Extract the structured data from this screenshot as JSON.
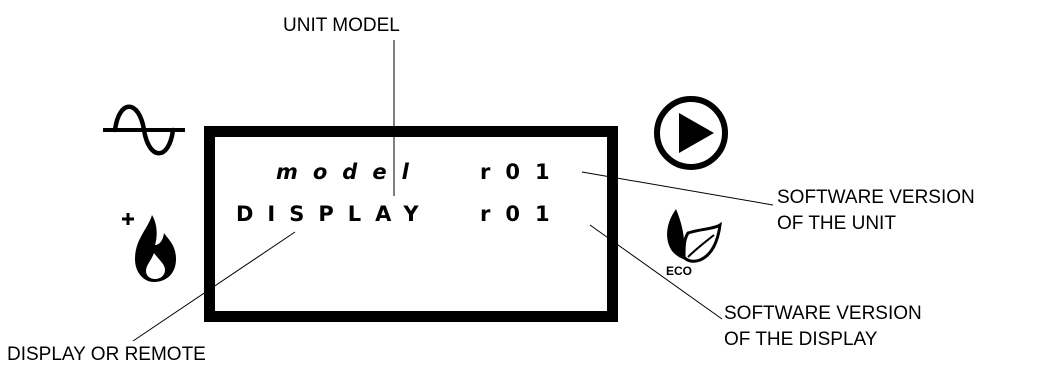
{
  "callouts": {
    "unit_model": "UNIT MODEL",
    "software_version_unit_line1": "SOFTWARE VERSION",
    "software_version_unit_line2": "OF THE UNIT",
    "software_version_display_line1": "SOFTWARE VERSION",
    "software_version_display_line2": "OF THE DISPLAY",
    "display_or_remote": "DISPLAY OR REMOTE"
  },
  "lcd": {
    "row1_model": "model",
    "row1_version": "r01",
    "row2_display": "DISPLAY",
    "row2_version": "r01"
  },
  "icons": {
    "top_left": "sine-wave-icon",
    "bottom_left": "flame-plus-icon",
    "top_right": "play-circle-icon",
    "bottom_right": "eco-leaf-icon",
    "eco_label": "ECO"
  }
}
